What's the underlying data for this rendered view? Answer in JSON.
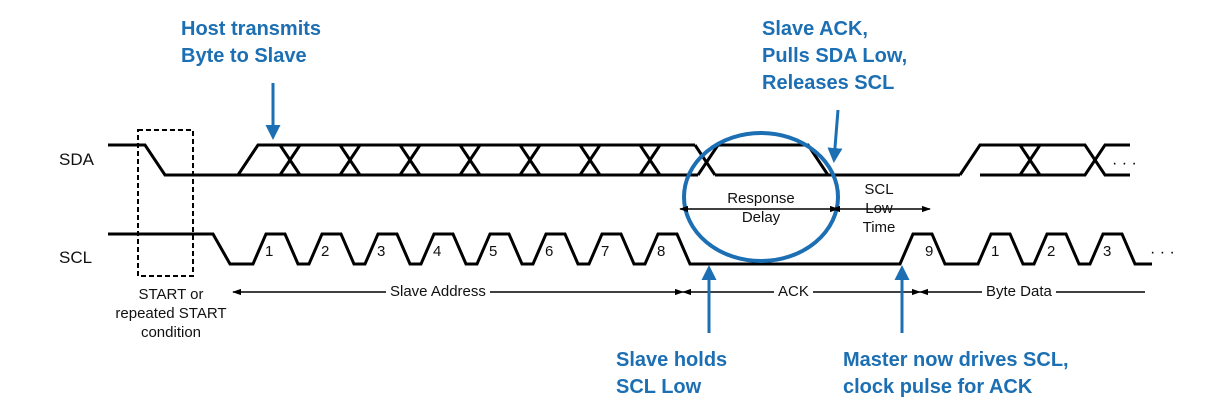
{
  "signals": {
    "sda": "SDA",
    "scl": "SCL"
  },
  "callouts": {
    "host_line1": "Host transmits",
    "host_line2": "Byte to Slave",
    "slave_ack_line1": "Slave ACK,",
    "slave_ack_line2": "Pulls SDA Low,",
    "slave_ack_line3": "Releases SCL",
    "slave_holds_line1": "Slave holds",
    "slave_holds_line2": "SCL Low",
    "master_line1": "Master now drives SCL,",
    "master_line2": "clock pulse for ACK"
  },
  "labels": {
    "response_line1": "Response",
    "response_line2": "Delay",
    "scl_low_line1": "SCL",
    "scl_low_line2": "Low",
    "scl_low_line3": "Time",
    "start_line1": "START or",
    "start_line2": "repeated START",
    "start_line3": "condition",
    "slave_address": "Slave Address",
    "ack": "ACK",
    "byte_data": "Byte Data",
    "ellipsis": "· · ·"
  },
  "pulses": {
    "address": [
      "1",
      "2",
      "3",
      "4",
      "5",
      "6",
      "7",
      "8"
    ],
    "ack": "9",
    "data": [
      "1",
      "2",
      "3"
    ]
  },
  "colors": {
    "accent": "#1c6fb3",
    "line": "#000000"
  }
}
